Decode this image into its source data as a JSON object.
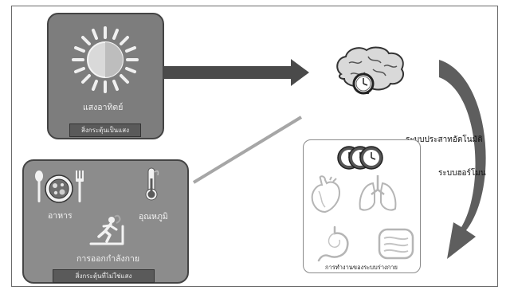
{
  "light_stimulus": {
    "title": "แสงอาทิตย์",
    "caption": "สิ่งกระตุ้นเป็นแสง",
    "icon": "sun-icon"
  },
  "non_light_stimulus": {
    "items": [
      {
        "label": "อาหาร",
        "icon": "food-plate-icon"
      },
      {
        "label": "อุณหภูมิ",
        "icon": "thermometer-icon"
      },
      {
        "label": "การออกกำลังกาย",
        "icon": "treadmill-exercise-icon"
      }
    ],
    "caption": "สิ่งกระตุ้นที่ไม่ใช่แสง"
  },
  "brain": {
    "icon": "brain-clock-icon"
  },
  "pathways": {
    "autonomic": "ระบบประสาทอัตโนมัติ",
    "hormone": "ระบบฮอร์โมน"
  },
  "body_systems": {
    "caption": "การทำงานของระบบร่างกาย",
    "icons": [
      "clocks-icon",
      "heart-icon",
      "lungs-icon",
      "stomach-icon",
      "intestine-icon"
    ]
  },
  "colors": {
    "light_panel": "#7d7d7d",
    "non_light_panel": "#8c8c8c",
    "arrow_dark": "#4a4a4a",
    "arrow_light": "#a6a6a6",
    "curve_arrow": "#5e5e5e"
  }
}
